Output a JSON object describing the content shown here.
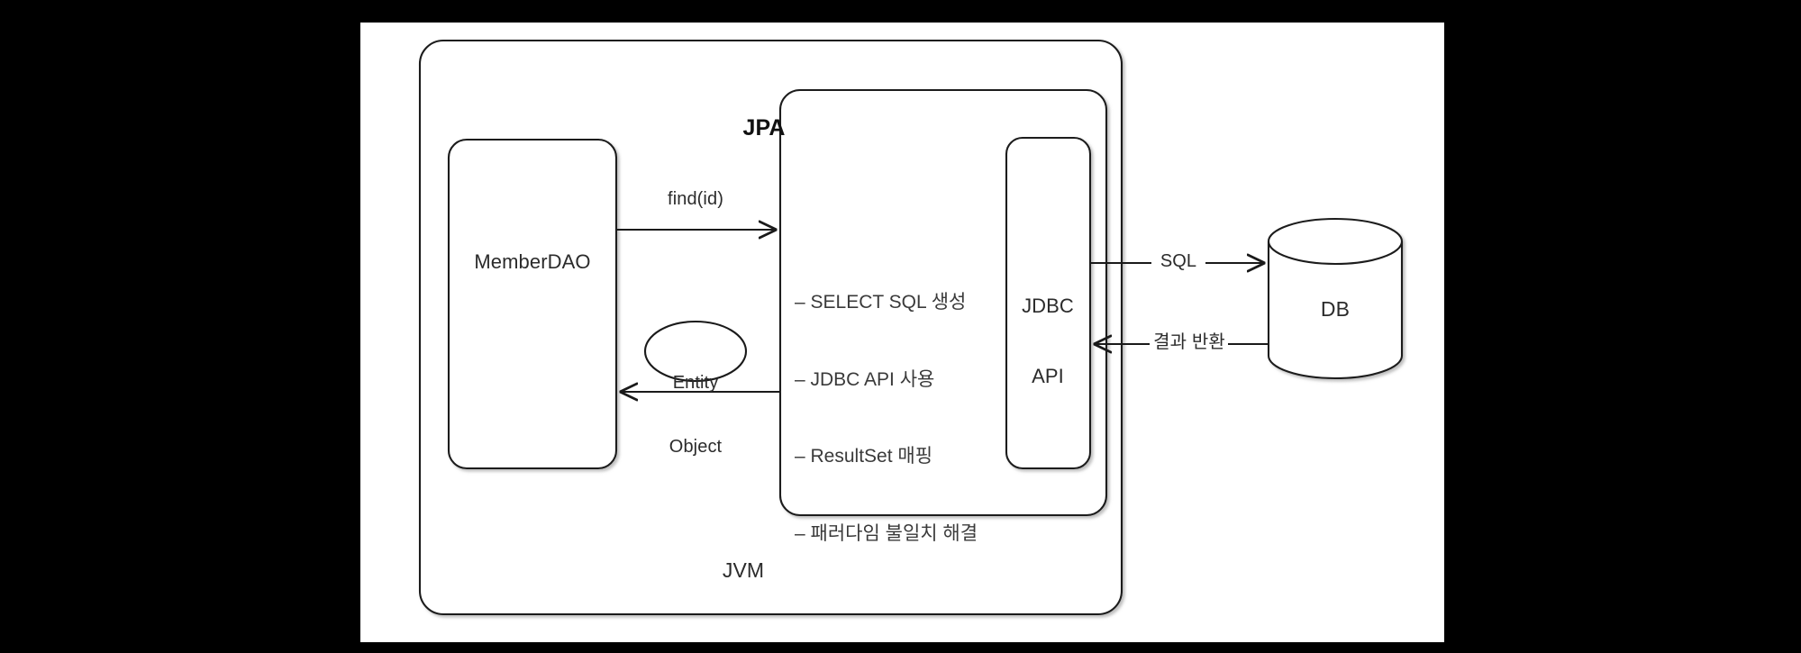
{
  "canvas": {
    "background": "#ffffff",
    "page_background": "#000000",
    "stroke": "#1a1a1a",
    "text_color": "#2b2b2b"
  },
  "diagram": {
    "title_hidden": "",
    "containers": {
      "jvm": {
        "label": "JVM",
        "shape": "rounded-rect"
      },
      "jpa": {
        "label": "JPA",
        "shape": "rounded-rect"
      },
      "member_dao": {
        "label": "MemberDAO",
        "shape": "rounded-rect"
      },
      "jdbc_api": {
        "label": "JDBC\nAPI",
        "label_line1": "JDBC",
        "label_line2": "API",
        "shape": "rounded-rect"
      },
      "database": {
        "label": "DB",
        "shape": "cylinder"
      }
    },
    "jpa_bullets": [
      "– SELECT SQL 생성",
      "– JDBC API 사용",
      "– ResultSet 매핑",
      "– 패러다임 불일치 해결"
    ],
    "edges": {
      "find_call": {
        "label": "find(id)",
        "direction": "right",
        "from": "MemberDAO",
        "to": "JPA"
      },
      "entity_return": {
        "label": "Entity\nObject",
        "label_line1": "Entity",
        "label_line2": "Object",
        "direction": "left",
        "from": "JPA",
        "to": "MemberDAO"
      },
      "sql_out": {
        "label": "SQL",
        "direction": "right",
        "from": "JDBC API",
        "to": "DB"
      },
      "result_in": {
        "label": "결과 반환",
        "direction": "left",
        "from": "DB",
        "to": "JDBC API"
      }
    }
  }
}
